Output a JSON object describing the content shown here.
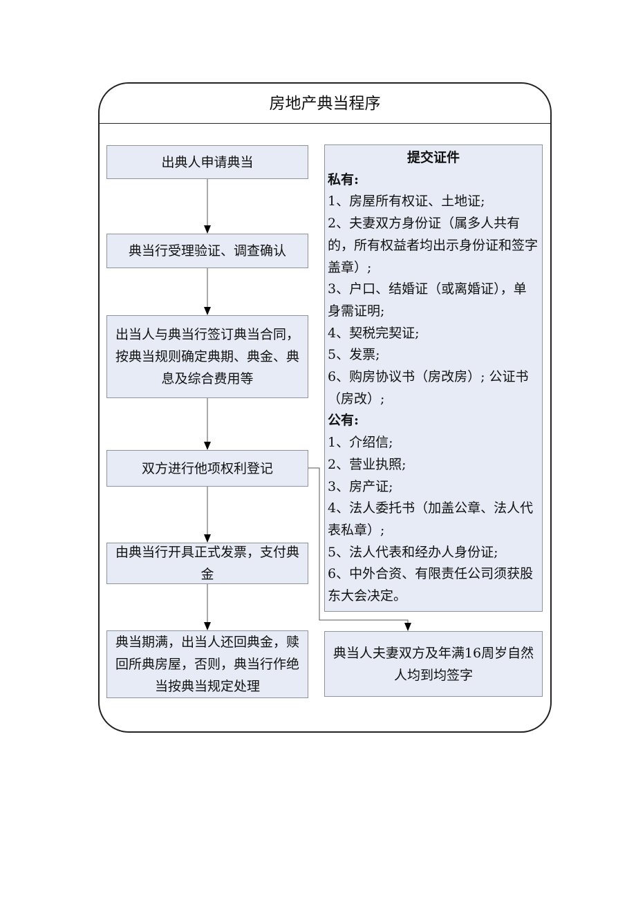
{
  "title": "房地产典当程序",
  "steps": [
    "出典人申请典当",
    "典当行受理验证、调查确认",
    "出当人与典当行签订典当合同，按典当规则确定典期、典金、典息及综合费用等",
    "双方进行他项权利登记",
    "由典当行开具正式发票，支付典金",
    "典当期满，出当人还回典金，赎回所典房屋，否则，典当行作绝当按典当规定处理"
  ],
  "documents": {
    "heading": "提交证件",
    "private_label": "私有:",
    "private_items": [
      "1、房屋所有权证、土地证;",
      "2、夫妻双方身份证（属多人共有的，所有权益者均出示身份证和签字盖章）;",
      "3、户口、结婚证（或离婚证），单身需证明;",
      "4、契税完契证;",
      "5、发票;",
      "6、购房协议书（房改房）; 公证书（房改）;"
    ],
    "public_label": "公有:",
    "public_items": [
      "1、介绍信;",
      "2、营业执照;",
      "3、房产证;",
      "4、法人委托书（加盖公章、法人代表私章）;",
      "5、法人代表和经办人身份证;",
      "6、中外合资、有限责任公司须获股东大会决定。"
    ]
  },
  "signature_note": "典当人夫妻双方及年满16周岁自然人均到均签字",
  "colors": {
    "box_fill": "#e6ebf5",
    "box_border": "#8c939c",
    "frame": "#222222"
  }
}
